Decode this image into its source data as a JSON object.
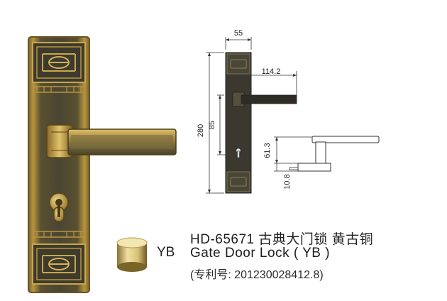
{
  "product": {
    "model_line": "HD-65671  古典大门锁 黄古铜",
    "name_line": "Gate Door Lock ( YB )",
    "patent_line": "(专利号: 201230028412.8)",
    "finish_code": "YB"
  },
  "dimensions": {
    "width": "55",
    "handle_length": "114.2",
    "height": "280",
    "handle_to_cylinder": "85",
    "handle_projection": "61.3",
    "rose_thickness": "10.8"
  },
  "colors": {
    "brass_light": "#c9a64a",
    "brass_dark": "#6a5522",
    "plate_dark": "#3d3a2e",
    "swatch_gold": "#d8c27a",
    "drawing_line": "#333333"
  }
}
